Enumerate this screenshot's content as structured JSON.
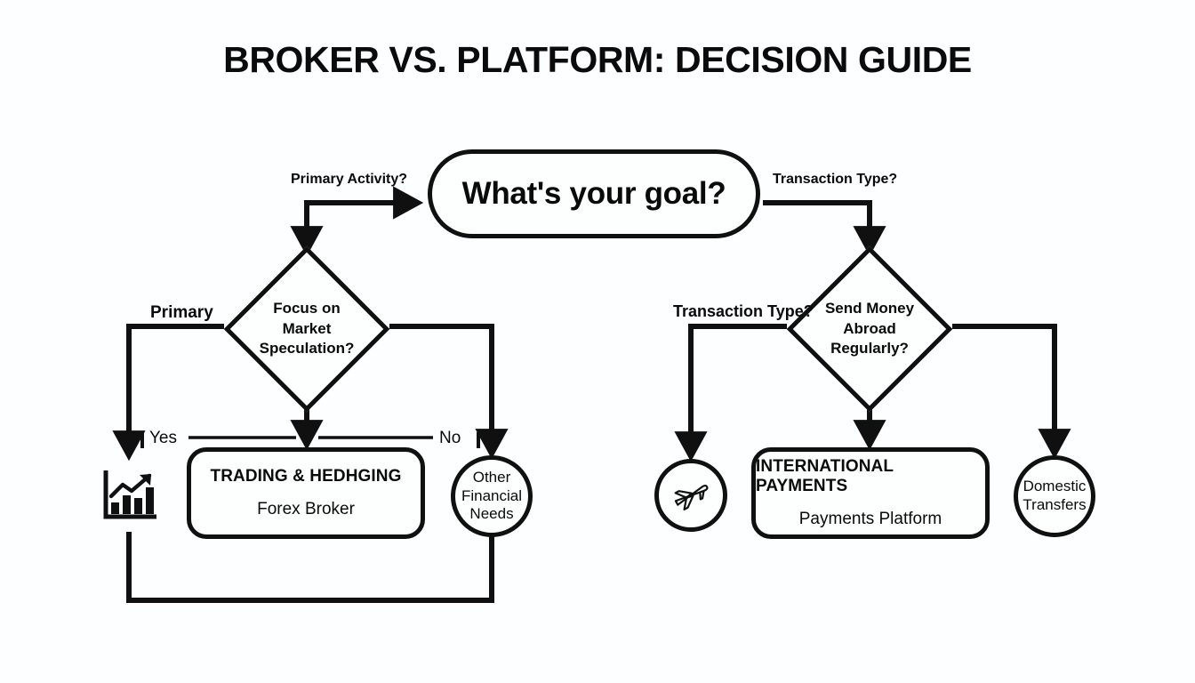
{
  "page": {
    "title": "BROKER VS. PLATFORM: DECISION GUIDE",
    "background_color": "#fcfeff",
    "line_color": "#101010"
  },
  "chart_data": {
    "type": "diagram",
    "diagram_kind": "flowchart-decision-tree",
    "title": "BROKER VS. PLATFORM: DECISION GUIDE",
    "nodes": [
      {
        "id": "goal",
        "shape": "rounded-rect",
        "text": "What's your goal?"
      },
      {
        "id": "q-speculation",
        "shape": "diamond",
        "text": "Focus on Market Speculation?"
      },
      {
        "id": "q-abroad",
        "shape": "diamond",
        "text": "Send Money Abroad Regularly?"
      },
      {
        "id": "forex",
        "shape": "rounded-rect",
        "title": "TRADING & HEDHGING",
        "subtitle": "Forex Broker"
      },
      {
        "id": "payments",
        "shape": "rounded-rect",
        "title": "INTERNATIONAL PAYMENTS",
        "subtitle": "Payments Platform"
      },
      {
        "id": "other",
        "shape": "circle",
        "text": "Other Financial Needs"
      },
      {
        "id": "domestic",
        "shape": "circle",
        "text": "Domestic Transfers"
      },
      {
        "id": "chart-icon",
        "shape": "icon",
        "icon": "bar-chart-growth-icon"
      },
      {
        "id": "plane-icon",
        "shape": "circle-icon",
        "icon": "airplane-icon"
      }
    ],
    "edges": [
      {
        "from": "goal",
        "to": "q-speculation",
        "label": "Primary Activity?"
      },
      {
        "from": "goal",
        "to": "q-abroad",
        "label": "Transaction Type?"
      },
      {
        "from": "q-speculation",
        "to": "chart-icon",
        "label": "Primary"
      },
      {
        "from": "q-speculation",
        "to": "forex",
        "label": "Yes"
      },
      {
        "from": "q-speculation",
        "to": "other",
        "label": "No"
      },
      {
        "from": "q-abroad",
        "to": "plane-icon",
        "label": "Transaction Type?"
      },
      {
        "from": "q-abroad",
        "to": "payments",
        "label": ""
      },
      {
        "from": "q-abroad",
        "to": "domestic",
        "label": ""
      }
    ]
  },
  "nodes": {
    "goal": {
      "text": "What's your goal?"
    },
    "diamond_left": {
      "line1": "Focus on",
      "line2": "Market",
      "line3": "Speculation?"
    },
    "diamond_right": {
      "line1": "Send Money",
      "line2": "Abroad",
      "line3": "Regularly?"
    },
    "forex": {
      "title": "TRADING & HEDHGING",
      "subtitle": "Forex Broker"
    },
    "payments": {
      "title": "INTERNATIONAL PAYMENTS",
      "subtitle": "Payments Platform"
    },
    "other": {
      "line1": "Other",
      "line2": "Financial",
      "line3": "Needs"
    },
    "domestic": {
      "line1": "Domestic",
      "line2": "Transfers"
    }
  },
  "labels": {
    "primary_activity": "Primary Activity?",
    "transaction_type_top": "Transaction Type?",
    "primary": "Primary",
    "transaction_type_left": "Transaction Type?",
    "yes": "Yes",
    "no": "No"
  }
}
